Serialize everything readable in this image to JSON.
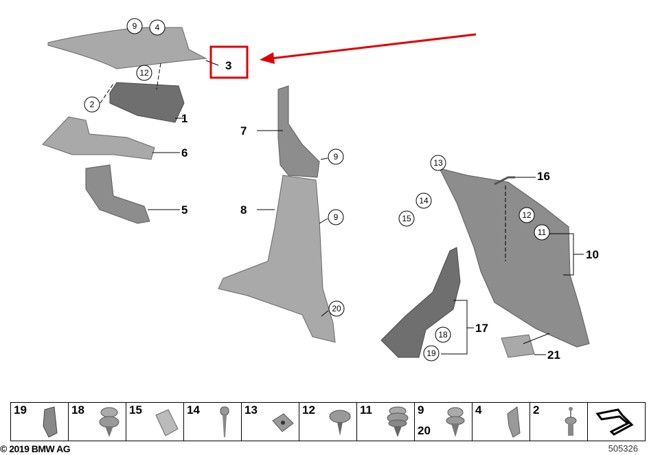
{
  "diagram": {
    "highlighted_part": "3",
    "highlight_color": "#e00000",
    "callouts_circled": [
      {
        "id": "c9a",
        "label": "9"
      },
      {
        "id": "c4",
        "label": "4"
      },
      {
        "id": "c12a",
        "label": "12"
      },
      {
        "id": "c2",
        "label": "2"
      },
      {
        "id": "c9b",
        "label": "9"
      },
      {
        "id": "c9c",
        "label": "9"
      },
      {
        "id": "c20",
        "label": "20"
      },
      {
        "id": "c13",
        "label": "13"
      },
      {
        "id": "c14",
        "label": "14"
      },
      {
        "id": "c15",
        "label": "15"
      },
      {
        "id": "c12b",
        "label": "12"
      },
      {
        "id": "c11",
        "label": "11"
      },
      {
        "id": "c18",
        "label": "18"
      },
      {
        "id": "c19",
        "label": "19"
      }
    ],
    "labels": [
      "3",
      "1",
      "6",
      "5",
      "7",
      "8",
      "16",
      "10",
      "17",
      "21"
    ]
  },
  "parts_strip": {
    "cells": [
      {
        "label": "19"
      },
      {
        "label": "18"
      },
      {
        "label": "15"
      },
      {
        "label": "14"
      },
      {
        "label": "13"
      },
      {
        "label": "12"
      },
      {
        "label": "11"
      },
      {
        "label": "9",
        "label2": "20"
      },
      {
        "label": "4"
      },
      {
        "label": "2"
      },
      {
        "label": ""
      }
    ]
  },
  "footer": {
    "copyright": "© 2019 BMW AG",
    "diagram_number": "505326"
  }
}
